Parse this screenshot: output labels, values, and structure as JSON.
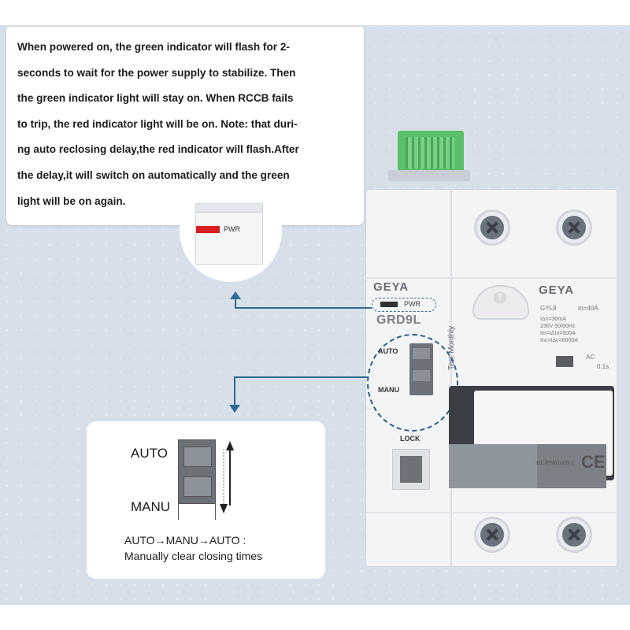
{
  "description_lines": [
    "When powered on, the green indicator will flash for 2-",
    "seconds to wait for the power supply to stabilize. Then",
    "the green indicator light will stay on. When RCCB  fails",
    "to trip, the red indicator light will be on. Note: that duri-",
    "ng auto reclosing delay,the red indicator will flash.After",
    "the delay,it will switch on automatically and the green",
    "light will be on again."
  ],
  "pwr_zoom": {
    "label": "PWR",
    "indicator_color": "#d81e1e"
  },
  "device": {
    "brand_left": "GEYA",
    "brand_right": "GEYA",
    "pwr_label": "PWR",
    "model": "GRD9L",
    "test_label": "Test Monthly",
    "test_button_symbol": "T",
    "switch_auto": "AUTO",
    "switch_manu": "MANU",
    "lock_label": "LOCK",
    "spec_model": "GYL9",
    "spec_in": "In=40A",
    "spec_lines": [
      "IΔn=30mA",
      "230V  50/60Hz",
      "Im=IΔm=500A",
      "Inc=IΔc=6000A"
    ],
    "spec_ac": "AC",
    "spec_time": "0.1s",
    "cert": "IEC/EN61009-1",
    "ce": "CE"
  },
  "switch_detail": {
    "auto": "AUTO",
    "manu": "MANU",
    "note_line1": "AUTO→MANU→AUTO :",
    "note_line2": "Manually clear closing times"
  },
  "accent_color": "#2f6a94"
}
